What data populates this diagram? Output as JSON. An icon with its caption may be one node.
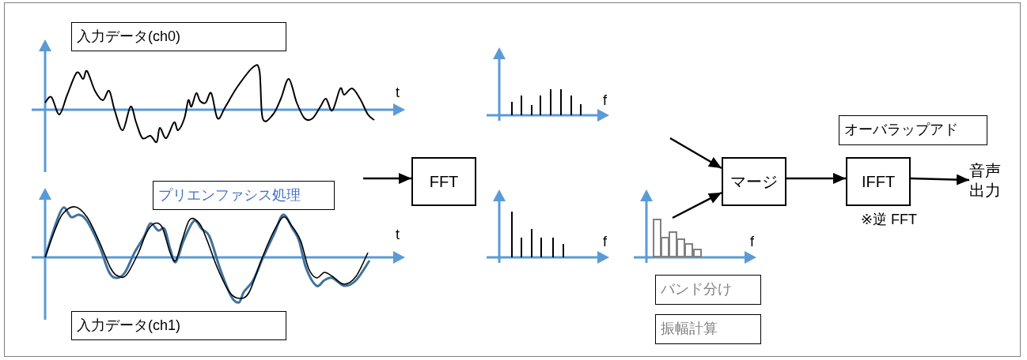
{
  "diagram": {
    "nodes": [
      {
        "text": [
          "入力データ(ch0)"
        ]
      },
      {
        "text": [
          "プリエンファシス処理"
        ]
      },
      {
        "text": [
          "入力データ(ch1)"
        ]
      },
      {
        "text": [
          "FFT"
        ]
      },
      {
        "text": [
          "マージ"
        ]
      },
      {
        "text": [
          "オーバラップアド"
        ]
      },
      {
        "text": [
          "IFFT"
        ],
        "beside": [
          "※逆 FFT"
        ]
      },
      {
        "text": [
          "音声出力"
        ]
      },
      {
        "text": [
          "バンド分け"
        ]
      },
      {
        "text": [
          "振幅計算"
        ]
      },
      {
        "text": [],
        "shape": "picture"
      }
    ],
    "edges": [
      {
        "from": null,
        "to": 3,
        "arrow": "to"
      },
      {
        "from": null,
        "to": 4,
        "arrow": "to"
      },
      {
        "from": 10,
        "to": 4,
        "arrow": "to"
      },
      {
        "from": 4,
        "to": 6,
        "arrow": "to"
      },
      {
        "from": 6,
        "to": 7,
        "arrow": "to"
      }
    ],
    "labels": [
      "t",
      "f",
      "t",
      "f",
      "f"
    ]
  }
}
